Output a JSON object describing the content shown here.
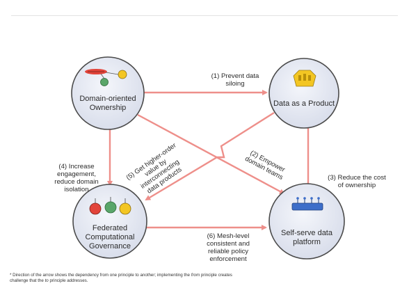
{
  "nodes": {
    "domain": {
      "label_line1": "Domain-oriented",
      "label_line2": "Ownership"
    },
    "product": {
      "label": "Data as a Product"
    },
    "governance": {
      "label_line1": "Federated",
      "label_line2": "Computational",
      "label_line3": "Governance"
    },
    "platform": {
      "label_line1": "Self-serve data",
      "label_line2": "platform"
    }
  },
  "edges": {
    "e1": {
      "line1": "(1) Prevent data",
      "line2": "siloing"
    },
    "e2": {
      "line1": "(2) Empower",
      "line2": "domain teams"
    },
    "e3": {
      "line1": "(3) Reduce the cost",
      "line2": "of ownership"
    },
    "e4": {
      "line1": "(4) Increase",
      "line2": "engagement,",
      "line3": "reduce domain",
      "line4": "isolation"
    },
    "e5": {
      "line1": "(5) Get higher-order",
      "line2": "value by",
      "line3": "interconnecting",
      "line4": "data products"
    },
    "e6": {
      "line1": "(6) Mesh-level",
      "line2": "consistent and",
      "line3": "reliable policy",
      "line4": "enforcement"
    }
  },
  "footnote": {
    "part1": "* Direction of the arrow shows the dependency from one principle to another; implementing the ",
    "from_word": "from",
    "part2": " principle creates",
    "part3": "challenge that the ",
    "to_word": "to",
    "part4": " principle addresses."
  },
  "colors": {
    "arrow": "#ee8f8a",
    "circle_fill": "#e6e9f3",
    "circle_stroke": "#4a4a4a",
    "accent_yellow": "#f3c623",
    "accent_red": "#e2443a",
    "accent_green": "#5aa66a",
    "accent_blue": "#3d6ec9"
  }
}
